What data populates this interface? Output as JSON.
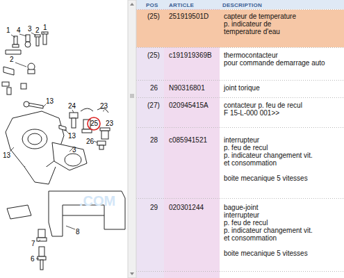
{
  "diagram": {
    "labels": [
      "POS",
      "ARTICLE",
      "DESCRIPTION",
      "(25)",
      "251919501D",
      "capteur de temperature",
      "p. indicateur de",
      "temperature d'eau",
      "(25)",
      "c191919369B",
      "thermocontacteur",
      "pour commande demarrage auto",
      "26",
      "N90316801",
      "joint torique",
      "(27)",
      "020945415A",
      "contacteur p. feu de recul",
      "F 15-L-000 001>>",
      "28",
      "c085941521",
      "interrupteur",
      "p. feu de recul",
      "p. indicateur changement vit.",
      "et consommation",
      "boite mecanique 5 vitesses",
      "29",
      "020301244",
      "bague-joint",
      "interrupteur",
      "p. feu de recul",
      "p. indicateur changement vit.",
      "et consommation",
      "boite mecanique 5 vitesses",
      "1",
      "4",
      "3",
      "2",
      "1",
      "2",
      "13",
      "24",
      "23",
      "25",
      "23",
      "13",
      "3",
      "26",
      "13",
      "8",
      "7",
      "6",
      ".COM"
    ]
  }
}
